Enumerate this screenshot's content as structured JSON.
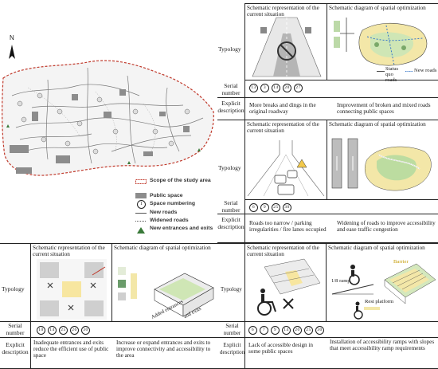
{
  "map": {
    "north": "N",
    "legend": [
      {
        "icon": "dashed-boundary-icon",
        "label": "Scope of the study area"
      },
      {
        "icon": "gray-square-icon",
        "label": "Public space"
      },
      {
        "icon": "circled-number-icon",
        "symbol": "1",
        "label": "Space numbering"
      },
      {
        "icon": "solid-line-icon",
        "label": "New roads"
      },
      {
        "icon": "dotted-line-icon",
        "label": "Widened roads"
      },
      {
        "icon": "triangle-icon",
        "label": "New entrances and exits"
      }
    ],
    "colors": {
      "boundary": "#c0392b",
      "public_space": "#8c8c8c",
      "triangle": "#3a7a3a"
    }
  },
  "table_top": {
    "col_current": "Schematic representation of the current situation",
    "col_optim": "Schematic diagram of spatial optimization",
    "row_typology": "Typology",
    "row_serial": "Serial number",
    "row_desc": "Explicit description",
    "optim_legend": {
      "status_quo": "Status quo roads",
      "new_roads": "New roads"
    }
  },
  "block1": {
    "serials": [
      "13",
      "3",
      "14",
      "20",
      "27"
    ],
    "desc_current": "More breaks and dings in the original roadway",
    "desc_optim": "Improvement of broken and mixed roads connecting public spaces"
  },
  "block2": {
    "serials": [
      "6",
      "9",
      "25",
      "30"
    ],
    "desc_current": "Roads too narrow / parking irregularities / fire lanes occupied",
    "desc_optim": "Widening of roads to improve accessibility and ease traffic congestion"
  },
  "block3": {
    "col_current": "Schematic representation of the current situation",
    "col_optim": "Schematic diagram of spatial optimization",
    "row_typology": "Typology",
    "serial_label": "Serial number",
    "serials": [
      "10",
      "14",
      "25",
      "26",
      "30"
    ],
    "desc_label": "Explicit description",
    "desc_current": "Inadequate entrances and exits reduce the efficient use of public space",
    "desc_optim": "Increase or expand entrances and exits to improve connectivity and accessibility to the area",
    "diagram_tags": [
      "Added entrances",
      "and exits"
    ]
  },
  "block4": {
    "col_current": "Schematic representation of the current situation",
    "col_optim": "Schematic diagram of spatial optimization",
    "row_typology": "Typology",
    "serial_label": "Serial number",
    "serials": [
      "6",
      "7",
      "9",
      "14",
      "20",
      "25",
      "30"
    ],
    "desc_label": "Explicit description",
    "desc_current": "Lack of accessible design in some public spaces",
    "desc_optim": "Installation of accessibility ramps with slopes that meet accessibility ramp requirements",
    "diagram_tags": [
      "Barrier",
      "1/8 ramp",
      "Rest platform"
    ]
  }
}
